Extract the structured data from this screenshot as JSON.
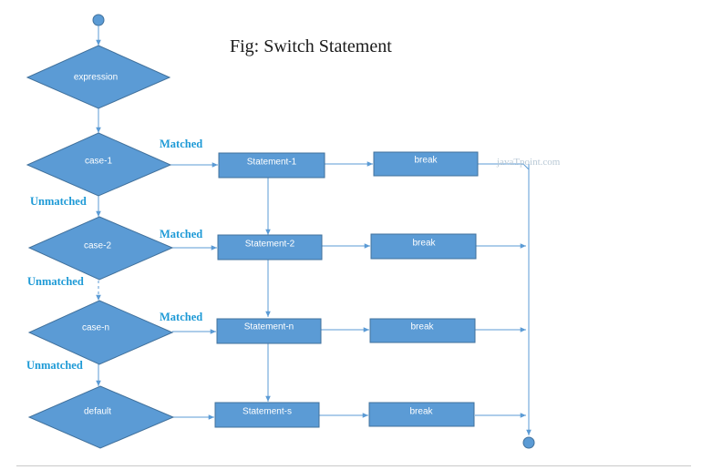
{
  "title": "Fig: Switch Statement",
  "watermark": "javaTpoint.com",
  "nodes": {
    "expression": "expression",
    "case1": "case-1",
    "case2": "case-2",
    "casen": "case-n",
    "default": "default",
    "statement1": "Statement-1",
    "statement2": "Statement-2",
    "statementn": "Statement-n",
    "statements": "Statement-s",
    "break1": "break",
    "break2": "break",
    "breakn": "break",
    "breaks": "break"
  },
  "labels": {
    "matched1": "Matched",
    "matched2": "Matched",
    "matchedn": "Matched",
    "unmatched1": "Unmatched",
    "unmatched2": "Unmatched",
    "unmatchedn": "Unmatched"
  },
  "colors": {
    "shape_fill": "#5b9bd5",
    "shape_stroke": "#41719c",
    "edge": "#5b9bd5",
    "label": "#1e9ad6"
  }
}
